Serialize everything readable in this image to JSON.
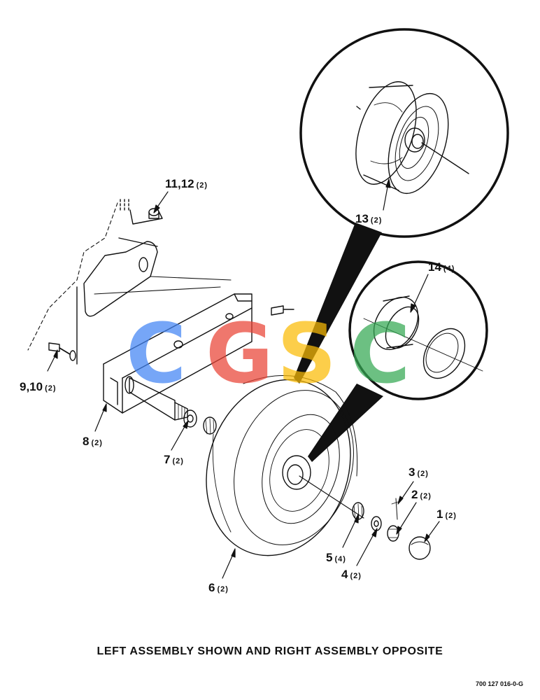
{
  "callouts": [
    {
      "number": "11,12",
      "qty": "(2)"
    },
    {
      "number": "13",
      "qty": "(2)"
    },
    {
      "number": "14",
      "qty": "(4)"
    },
    {
      "number": "9,10",
      "qty": "(2)"
    },
    {
      "number": "8",
      "qty": "(2)"
    },
    {
      "number": "7",
      "qty": "(2)"
    },
    {
      "number": "3",
      "qty": "(2)"
    },
    {
      "number": "2",
      "qty": "(2)"
    },
    {
      "number": "1",
      "qty": "(2)"
    },
    {
      "number": "5",
      "qty": "(4)"
    },
    {
      "number": "4",
      "qty": "(2)"
    },
    {
      "number": "6",
      "qty": "(2)"
    }
  ],
  "caption": "LEFT ASSEMBLY SHOWN AND RIGHT ASSEMBLY OPPOSITE",
  "drawing_number": "700 127 016-0-G",
  "watermark": {
    "text": "CGSC",
    "colors": [
      "#4285F4",
      "#EA4335",
      "#FBBC05",
      "#34A853"
    ]
  }
}
